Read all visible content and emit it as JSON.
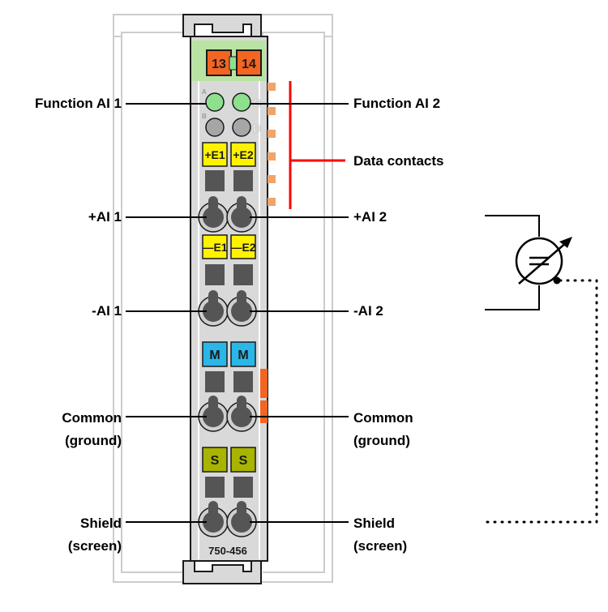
{
  "terminals_top": [
    "13",
    "14"
  ],
  "e_plus": [
    "+E1",
    "+E2"
  ],
  "e_minus": [
    "—E1",
    "—E2"
  ],
  "common_markers": [
    "M",
    "M"
  ],
  "shield_markers": [
    "S",
    "S"
  ],
  "part_number": "750-456",
  "led_letters": [
    "A",
    "C",
    "B",
    "D"
  ],
  "labels_left": {
    "function_ai1": "Function AI 1",
    "ai1_plus": "+AI 1",
    "ai1_minus": "-AI 1",
    "common_1": "Common",
    "common_2": "(ground)",
    "shield_1": "Shield",
    "shield_2": "(screen)"
  },
  "labels_right": {
    "function_ai2": "Function AI 2",
    "data_contacts": "Data contacts",
    "ai2_plus": "+AI 2",
    "ai2_minus": "-AI 2",
    "common_1": "Common",
    "common_2": "(ground)",
    "shield_1": "Shield",
    "shield_2": "(screen)"
  },
  "colors": {
    "housing": "#d9d9d9",
    "outline": "#1a1a1a",
    "green_led": "#8ee08e",
    "grey_led": "#a6a6a6",
    "terminal_orange": "#f26522",
    "top_green": "#b9e3a3",
    "yellow_marker": "#fff200",
    "blue_marker": "#2ab7e8",
    "olive_marker": "#a8b400",
    "data_contact": "#f0a46a",
    "red_bracket": "#ff0000",
    "ghost_rail": "#cccccc"
  }
}
